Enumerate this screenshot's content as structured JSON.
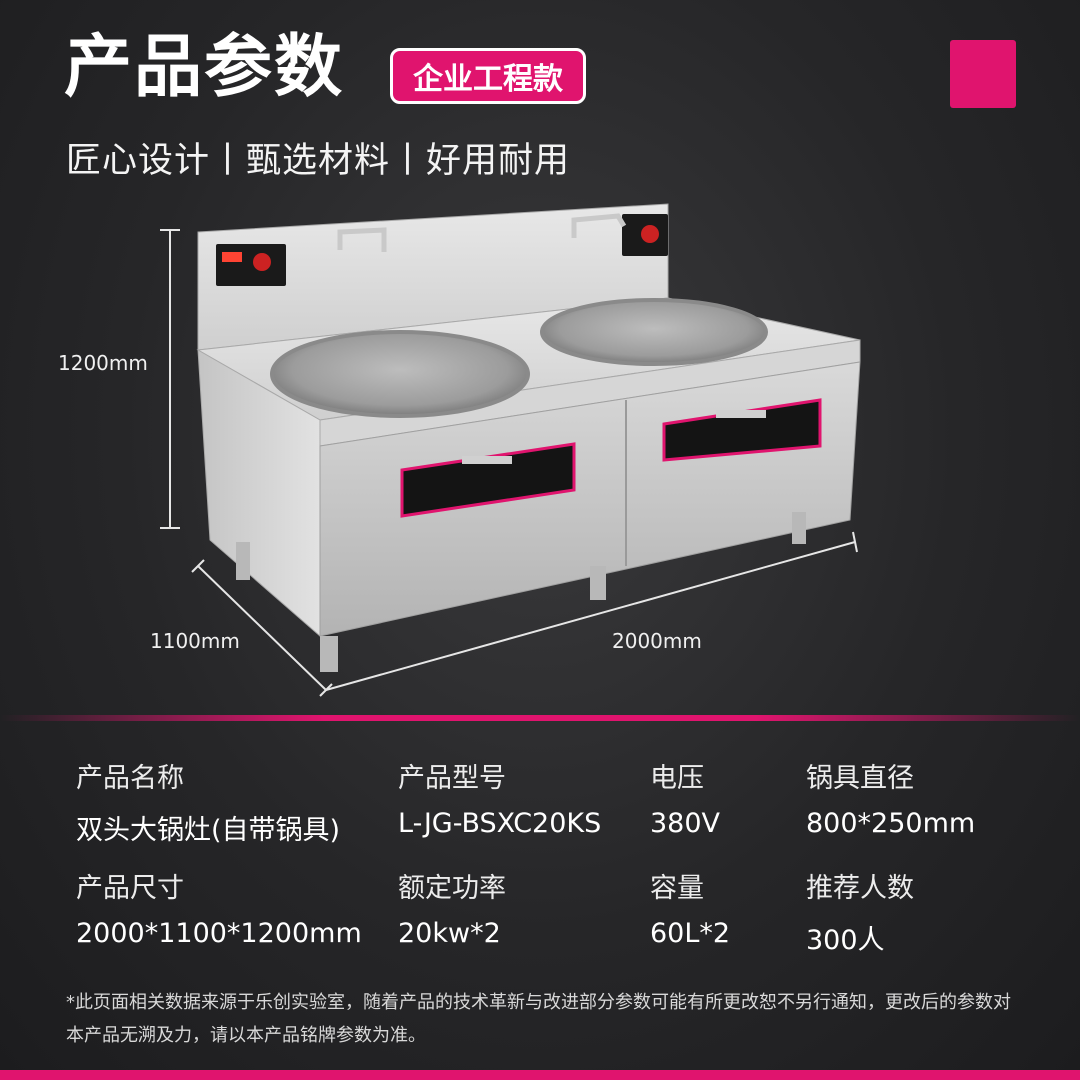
{
  "header": {
    "title": "产品参数",
    "badge": "企业工程款",
    "subtitle": "匠心设计丨甄选材料丨好用耐用"
  },
  "dimensions": {
    "height": "1200mm",
    "depth": "1100mm",
    "width": "2000mm"
  },
  "specs": {
    "name_label": "产品名称",
    "name_value": "双头大锅灶(自带锅具)",
    "model_label": "产品型号",
    "model_value": "L-JG-BSXC20KS",
    "voltage_label": "电压",
    "voltage_value": "380V",
    "pot_label": "锅具直径",
    "pot_value": "800*250mm",
    "size_label": "产品尺寸",
    "size_value": "2000*1100*1200mm",
    "power_label": "额定功率",
    "power_value": "20kw*2",
    "capacity_label": "容量",
    "capacity_value": "60L*2",
    "people_label": "推荐人数",
    "people_value": "300人"
  },
  "disclaimer": "*此页面相关数据来源于乐创实验室，随着产品的技术革新与改进部分参数可能有所更改恕不另行通知，更改后的参数对本产品无溯及力，请以本产品铭牌参数为准。",
  "colors": {
    "accent": "#e0146e",
    "background": "#262628"
  }
}
